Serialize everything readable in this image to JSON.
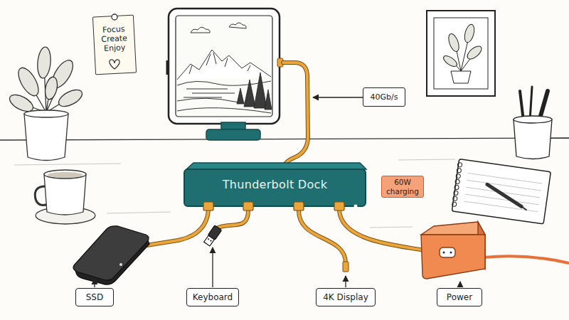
{
  "diagram": {
    "nodes": [
      {
        "text": [
          "Focus Create Enjoy"
        ]
      },
      {
        "text": [
          "40Gb/s"
        ]
      },
      {
        "text": [
          "Thunderbolt Dock"
        ]
      },
      {
        "text": [
          "60W charging"
        ]
      },
      {
        "text": [
          "SSD"
        ]
      },
      {
        "text": [
          "Keyboard"
        ]
      },
      {
        "text": [
          "4K Display"
        ]
      },
      {
        "text": [
          "Power"
        ]
      }
    ]
  }
}
